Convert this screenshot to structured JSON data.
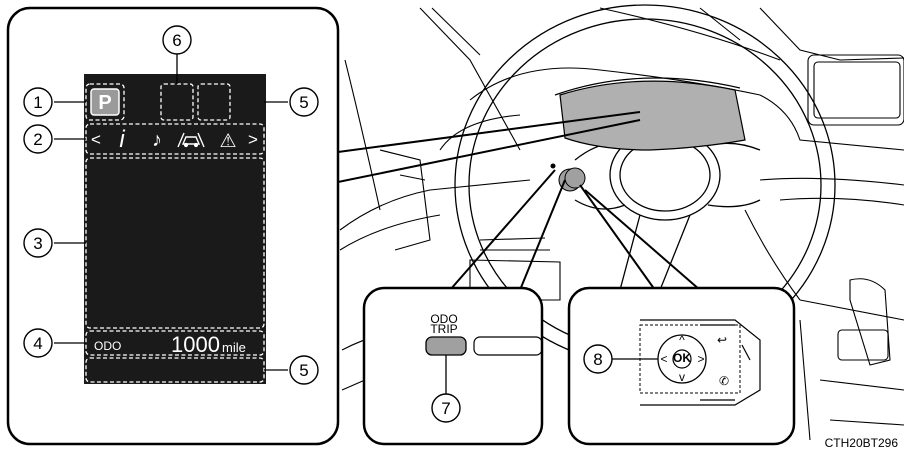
{
  "callouts": [
    {
      "id": "1",
      "label": "1"
    },
    {
      "id": "2",
      "label": "2"
    },
    {
      "id": "3",
      "label": "3"
    },
    {
      "id": "4",
      "label": "4"
    },
    {
      "id": "5a",
      "label": "5"
    },
    {
      "id": "5b",
      "label": "5"
    },
    {
      "id": "6",
      "label": "6"
    },
    {
      "id": "7",
      "label": "7"
    },
    {
      "id": "8",
      "label": "8"
    }
  ],
  "display": {
    "shift_indicator": "P",
    "menu_left_arrow": "<",
    "menu_right_arrow": ">",
    "menu_icons": [
      "info-icon",
      "audio-icon",
      "driving-assist-icon",
      "warning-icon"
    ],
    "info_glyph": "i",
    "music_glyph": "♪",
    "warning_glyph": "⚠",
    "odo_label": "ODO",
    "odo_value": "1000",
    "odo_unit": "mile"
  },
  "switch": {
    "line1": "ODO",
    "line2": "TRIP"
  },
  "steering_controls": {
    "ok_label": "OK",
    "up": "^",
    "down": "v",
    "left": "<",
    "right": ">",
    "back_glyph": "↩",
    "phone_glyph": "✆"
  },
  "figure_code": "CTH20BT296",
  "colors": {
    "screen": "#1a1a1a",
    "cluster": "#b0b0b0",
    "button": "#a0a0a0",
    "line": "#000000"
  }
}
